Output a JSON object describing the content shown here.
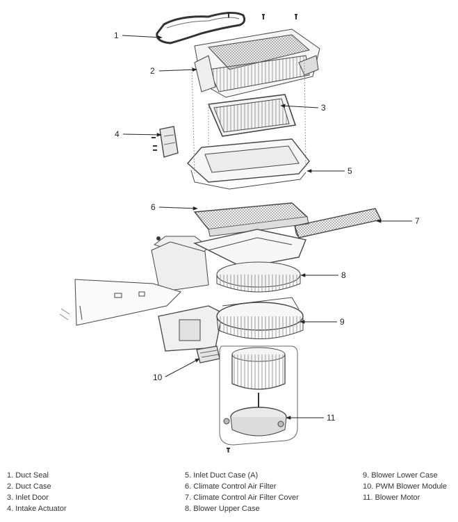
{
  "callouts": [
    "1",
    "2",
    "3",
    "4",
    "5",
    "6",
    "7",
    "8",
    "9",
    "10",
    "11"
  ],
  "legend": {
    "col1": [
      "1. Duct Seal",
      "2. Duct Case",
      "3. Inlet Door",
      "4. Intake Actuator"
    ],
    "col2": [
      "5. Inlet Duct Case (A)",
      "6. Climate Control Air Filter",
      "7. Climate Control Air Filter Cover",
      "8. Blower Upper Case"
    ],
    "col3": [
      "9. Blower Lower Case",
      "10. PWM Blower Module",
      "11. Blower Motor"
    ]
  }
}
